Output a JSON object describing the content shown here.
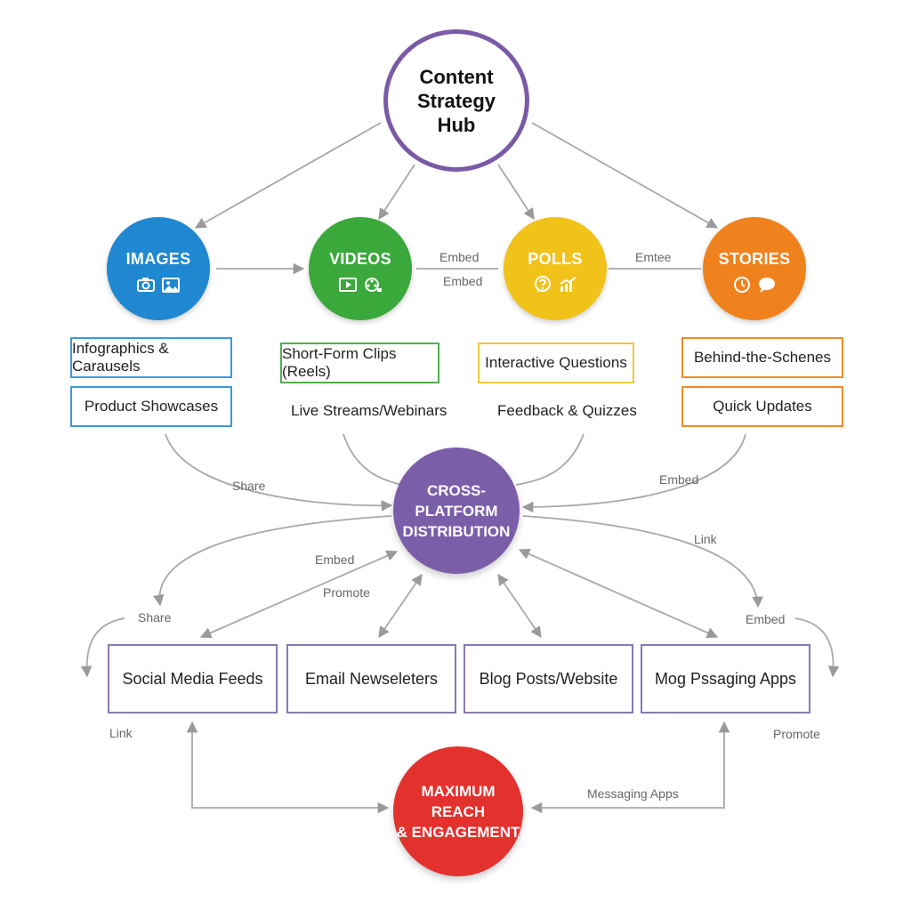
{
  "hub": {
    "line1": "Content",
    "line2": "Strategy",
    "line3": "Hub"
  },
  "categories": [
    {
      "label": "IMAGES",
      "color": "#1f88d0",
      "icons": [
        "camera-icon",
        "picture-icon"
      ]
    },
    {
      "label": "VIDEOS",
      "color": "#3aa83a",
      "icons": [
        "play-icon",
        "film-reel-icon"
      ]
    },
    {
      "label": "POLLS",
      "color": "#f0c21a",
      "icons": [
        "question-bubble-icon",
        "bar-chart-icon"
      ]
    },
    {
      "label": "STORIES",
      "color": "#f0821e",
      "icons": [
        "clock-icon",
        "chat-bubble-icon"
      ]
    }
  ],
  "formats": {
    "images": [
      "Infographics & Carausels",
      "Product Showcases"
    ],
    "videos": [
      "Short-Form Clips (Reels)",
      "Live Streams/Webinars"
    ],
    "polls": [
      "Interactive Questions",
      "Feedback & Quizzes"
    ],
    "stories": [
      "Behind-the-Schenes",
      "Quick Updates"
    ]
  },
  "center": {
    "line1": "CROSS-PLATFORM",
    "line2": "DISTRIBUTION"
  },
  "destinations": [
    "Social Media Feeds",
    "Email Newseleters",
    "Blog Posts/Website",
    "Mog Pssaging Apps"
  ],
  "result": {
    "line1": "MAXIMUM REACH",
    "line2": "& ENGAGEMENT"
  },
  "edge_labels": {
    "embed_top_1": "Embed",
    "embed_top_2": "Embed",
    "emtee": "Emtee",
    "share_upper": "Share",
    "embed_upper_right": "Embed",
    "link_upper_right": "Link",
    "embed_mid": "Embed",
    "promote_mid": "Promote",
    "share_left": "Share",
    "embed_right": "Embed",
    "link_left": "Link",
    "promote_right": "Promote",
    "messaging_apps": "Messaging Apps"
  }
}
